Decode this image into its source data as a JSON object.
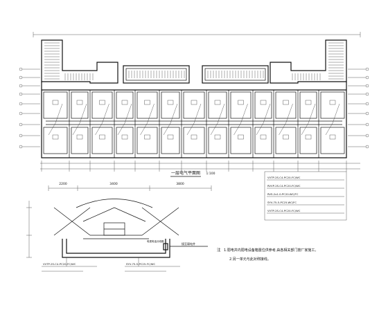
{
  "plan_title": "一层电气平面图",
  "plan_scale": "1:100",
  "dims_top": {
    "left": "2200",
    "mid": "3400",
    "right": "3800"
  },
  "notes": {
    "label": "注",
    "line1": "1.弱电井内弱电设备箱置位供参考,由各相关部门按厂家施工。",
    "line2": "2.另一单元与此对称接线。"
  },
  "legend_lines": [
    "VVTP-2S-C4-PC20-FC/WC",
    "RVVP-2S-C4-PC20-FC/WC",
    "RVS-2x1.0-PC20-WC/FC",
    "SYV-75-5-PC25-WC/FC",
    "VVTP-2S-C4-PC20-FC/WC"
  ],
  "detail_labels": {
    "line_a": "VVTP-2S-C4-PC20-FC/WC",
    "line_b": "SYV-75-5-PC25-FC/WC",
    "note_a": "接至弱电井",
    "note_b": "电视电话分线箱"
  },
  "colors": {
    "ink": "#111111",
    "paper": "#ffffff"
  }
}
